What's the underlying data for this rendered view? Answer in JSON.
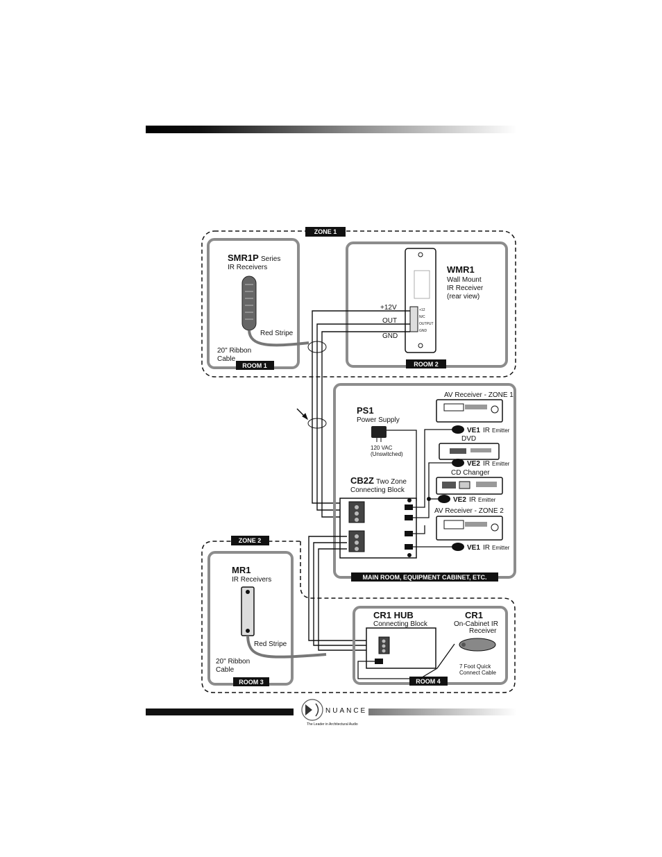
{
  "zones": {
    "zone1": "ZONE 1",
    "zone2": "ZONE 2"
  },
  "rooms": {
    "room1": "ROOM 1",
    "room2": "ROOM 2",
    "room3": "ROOM 3",
    "room4": "ROOM 4",
    "main": "MAIN ROOM, EQUIPMENT CABINET, ETC."
  },
  "smr1p": {
    "title": "SMR1P",
    "series": "Series",
    "subtitle": "IR Receivers",
    "red_stripe": "Red Stripe",
    "cable_line1": "20\" Ribbon",
    "cable_line2": "Cable"
  },
  "wmr1": {
    "title": "WMR1",
    "line1": "Wall Mount",
    "line2": "IR Receiver",
    "line3": "(rear view)",
    "term_12v": "+12V",
    "term_out": "OUT",
    "term_gnd": "GND",
    "plate_12v": "+12",
    "plate_nc": "N/C",
    "plate_out": "OUTPUT",
    "plate_gnd": "GND"
  },
  "ps1": {
    "title": "PS1",
    "subtitle": "Power Supply",
    "vac": "120 VAC",
    "unswitched": "(Unswitched)"
  },
  "cb2z": {
    "title": "CB2Z",
    "title_suffix": "Two Zone",
    "subtitle": "Connecting Block"
  },
  "equipment": {
    "av1_label": "AV Receiver - ZONE 1",
    "dvd_label": "DVD",
    "cd_label": "CD Changer",
    "av2_label": "AV Receiver - ZONE 2"
  },
  "emitters": {
    "e1_name": "VE1",
    "e1_ir": "IR",
    "e1_type": "Emitter",
    "e2_name": "VE2",
    "e2_ir": "IR",
    "e2_type": "Emitter",
    "e3_name": "VE2",
    "e3_ir": "IR",
    "e3_type": "Emitter",
    "e4_name": "VE1",
    "e4_ir": "IR",
    "e4_type": "Emitter"
  },
  "mr1": {
    "title": "MR1",
    "subtitle": "IR Receivers",
    "red_stripe": "Red Stripe",
    "cable_line1": "20\" Ribbon",
    "cable_line2": "Cable"
  },
  "cr1hub": {
    "title": "CR1 HUB",
    "subtitle": "Connecting Block"
  },
  "cr1": {
    "title": "CR1",
    "line1": "On-Cabinet IR",
    "line2": "Receiver",
    "cable_line1": "7 Foot Quick",
    "cable_line2": "Connect Cable"
  },
  "logo": {
    "brand": "NUANCE",
    "tagline": "The Leader in Architectural Audio"
  },
  "colors": {
    "frame_gray": "#8c8c8c",
    "line_black": "#111111",
    "tag_bg": "#111111"
  }
}
